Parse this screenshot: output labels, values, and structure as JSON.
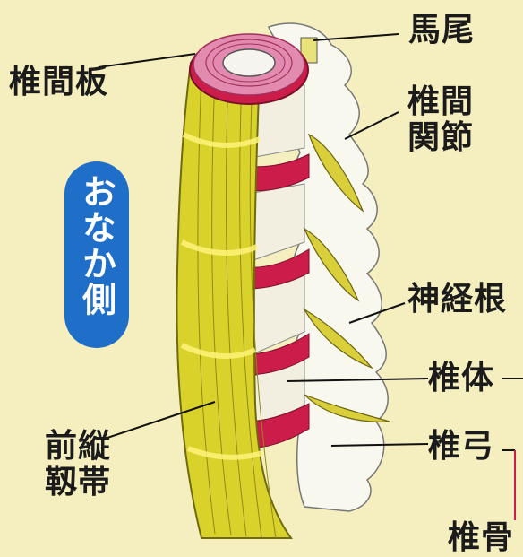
{
  "labels": {
    "disc": "椎間板",
    "cauda": "馬尾",
    "facet_joint": "椎間関節",
    "nerve_root": "神経根",
    "vertebral_body": "椎体",
    "vertebral_arch": "椎弓",
    "ligament": "前縦靱帯",
    "bone": "椎骨"
  },
  "badge": {
    "text": "おなか側"
  },
  "colors": {
    "background": "#f5eebe",
    "ligament": "#d8d22a",
    "disc": "#cc1c4a",
    "bone": "#f8f8ee",
    "badge": "#1f6fc9",
    "nerve": "#d8cf3a"
  }
}
